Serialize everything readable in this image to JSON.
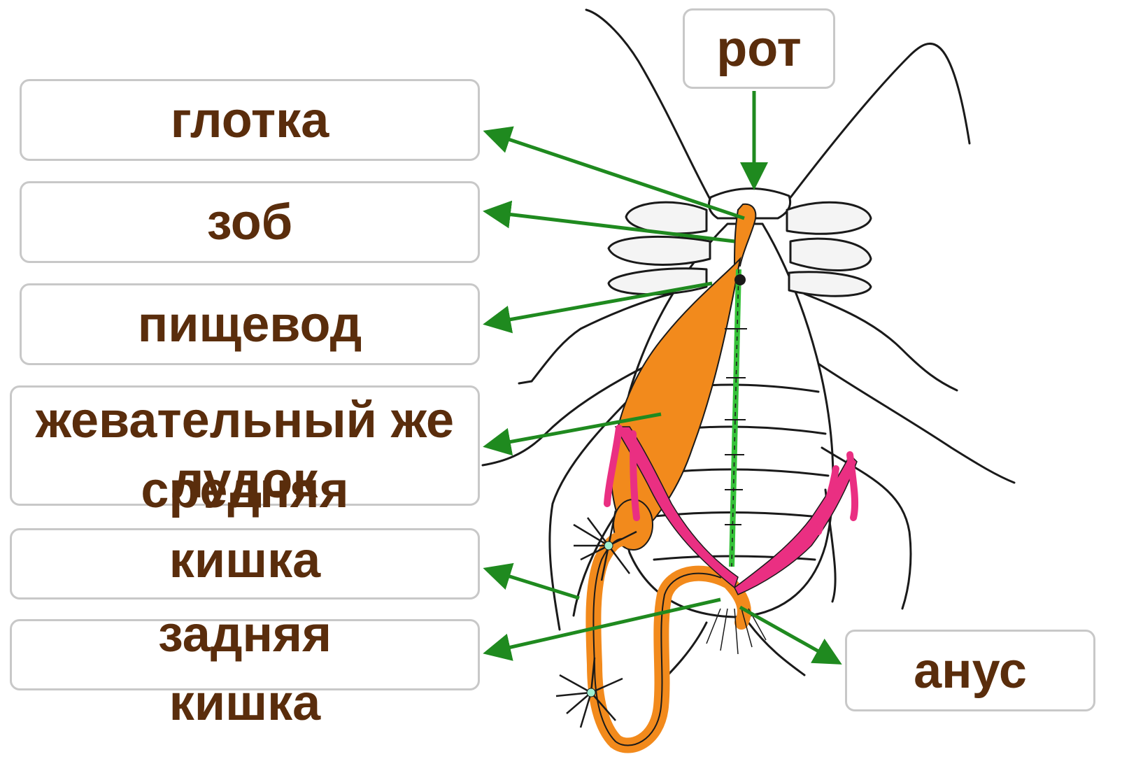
{
  "labels": {
    "rot": "рот",
    "glotka": "глотка",
    "zob": "зоб",
    "pishchevod": "пищевод",
    "zheludok": "жевательный желудок",
    "srednyaya_kishka": "средняя кишка",
    "zadnyaya_kishka": "задняя кишка",
    "anus": "анус"
  },
  "colors": {
    "arrow": "#1f8a1f",
    "label_text": "#5a2d0c",
    "label_border": "#c8c8c8",
    "gut_orange": "#f28a1c",
    "glands_pink": "#ea2f82",
    "nerve_green": "#36c23a",
    "outline": "#1a1a1a"
  }
}
